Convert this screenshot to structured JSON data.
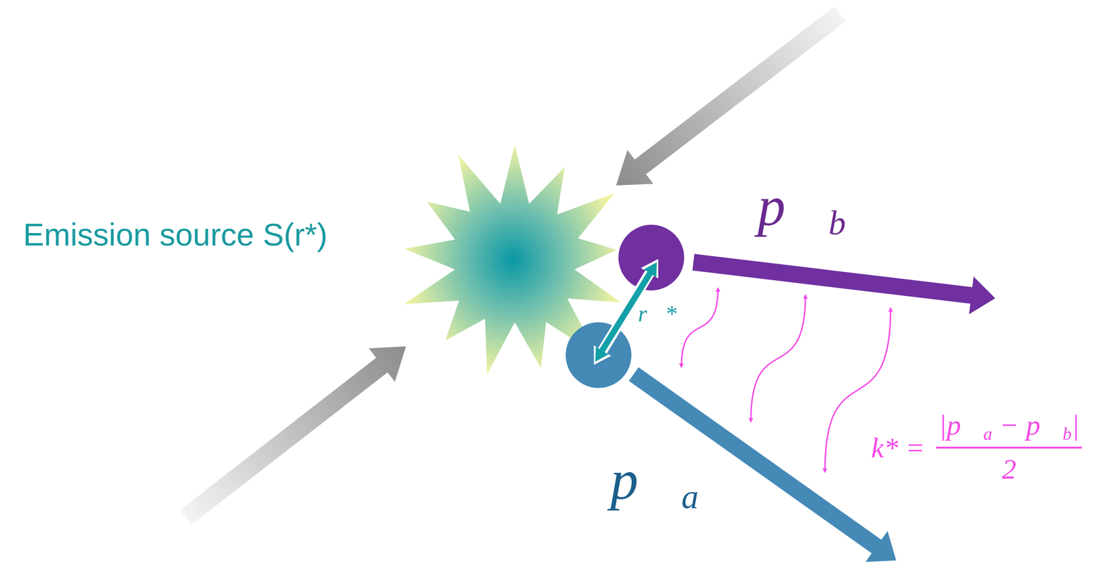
{
  "diagram": {
    "labels": [
      "Emission source S(r*)",
      "p⃗b",
      "r⃗*",
      "p⃗a",
      "k* =",
      "|p⃗a − p⃗b|",
      "2"
    ]
  }
}
